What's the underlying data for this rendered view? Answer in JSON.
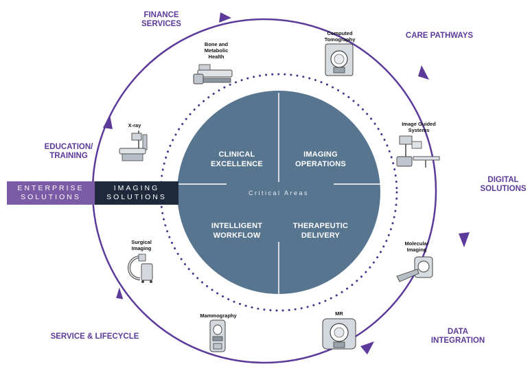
{
  "colors": {
    "purple": "#5b3a9a",
    "enterprise_bar": "#7b5aa6",
    "imaging_bar": "#1e2a3c",
    "disc": "#587590",
    "dots": "#3d3a8a"
  },
  "outer_labels": {
    "finance": "FINANCE\nSERVICES",
    "care": "CARE PATHWAYS",
    "digital": "DIGITAL\nSOLUTIONS",
    "data": "DATA\nINTEGRATION",
    "service": "SERVICE & LIFECYCLE",
    "education": "EDUCATION/\nTRAINING"
  },
  "modalities": {
    "bone": "Bone and\nMetabolic\nHealth",
    "ct": "Computed\nTomography",
    "igs": "Image Guided\nSystems",
    "molecular": "Molecular\nImaging",
    "mr": "MR",
    "mammo": "Mammography",
    "surgical": "Surgical\nImaging",
    "xray": "X-ray"
  },
  "bars": {
    "enterprise": "ENTERPRISE\nSOLUTIONS",
    "imaging": "IMAGING\nSOLUTIONS"
  },
  "core": {
    "clinical": "CLINICAL\nEXCELLENCE",
    "operations": "IMAGING\nOPERATIONS",
    "workflow": "INTELLIGENT\nWORKFLOW",
    "delivery": "THERAPEUTIC\nDELIVERY",
    "center": "Critical Areas"
  },
  "icons": {
    "bone": "bone-densitometer-icon",
    "ct": "ct-scanner-icon",
    "igs": "image-guided-system-icon",
    "molecular": "pet-scanner-icon",
    "mr": "mri-scanner-icon",
    "mammo": "mammography-unit-icon",
    "surgical": "c-arm-icon",
    "xray": "xray-machine-icon"
  }
}
